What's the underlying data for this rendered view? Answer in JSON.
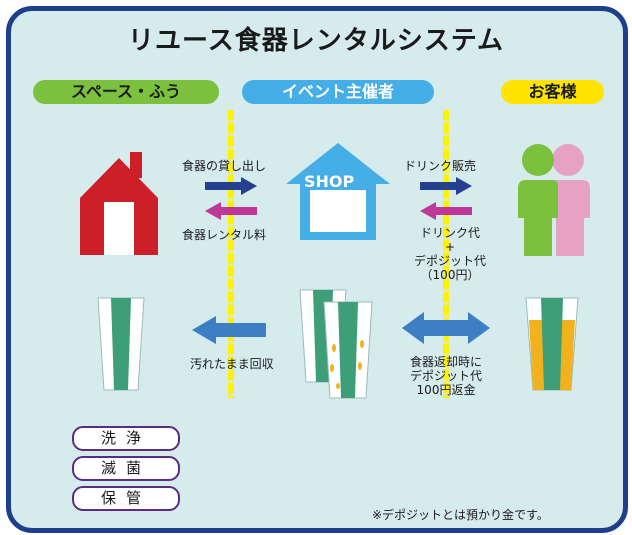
{
  "title": "リユース食器レンタルシステム",
  "roles": {
    "space": "スペース・ふう",
    "organizer": "イベント主催者",
    "customer": "お客様"
  },
  "shop_sign": "SHOP",
  "flows": {
    "lend": "食器の貸し出し",
    "rental_fee": "食器レンタル料",
    "drink_sale": "ドリンク販売",
    "drink_price_lines": [
      "ドリンク代",
      "+",
      "デポジット代",
      "（100円）"
    ],
    "collect": "汚れたまま回収",
    "refund_lines": [
      "食器返却時に",
      "デポジット代",
      "100円返金"
    ]
  },
  "process_steps": [
    "洗浄",
    "滅菌",
    "保管"
  ],
  "footnote": "※デポジットとは預かり金です。",
  "colors": {
    "border": "#1d3f8c",
    "background": "#d6ebec",
    "green": "#7cc13e",
    "blue": "#46aee6",
    "yellow": "#ffe400",
    "arrow_navy": "#24408e",
    "arrow_magenta": "#c0379a",
    "arrow_blue": "#3c7fc4",
    "house_red": "#cc1f27",
    "person_pink": "#e6a2c5"
  }
}
